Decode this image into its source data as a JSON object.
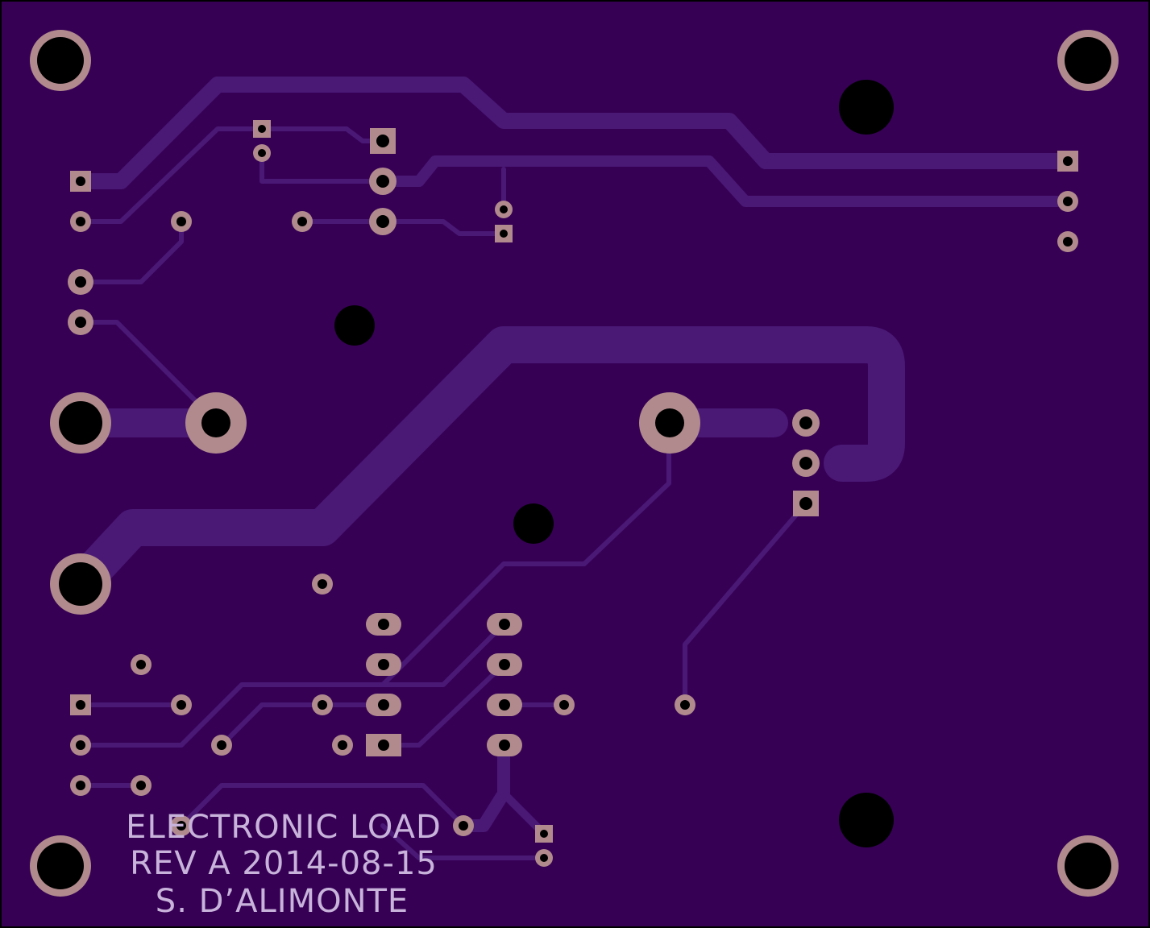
{
  "board": {
    "silkscreen_lines": [
      "ELECTRONIC LOAD",
      "REV A 2014-08-15",
      "S. D’ALIMONTE"
    ]
  },
  "colors": {
    "substrate": "#360055",
    "trace": "#4a1975",
    "pad_copper": "#b08a8c",
    "drill": "#000000",
    "silkscreen": "#c8b3db",
    "outline": "#000000"
  }
}
